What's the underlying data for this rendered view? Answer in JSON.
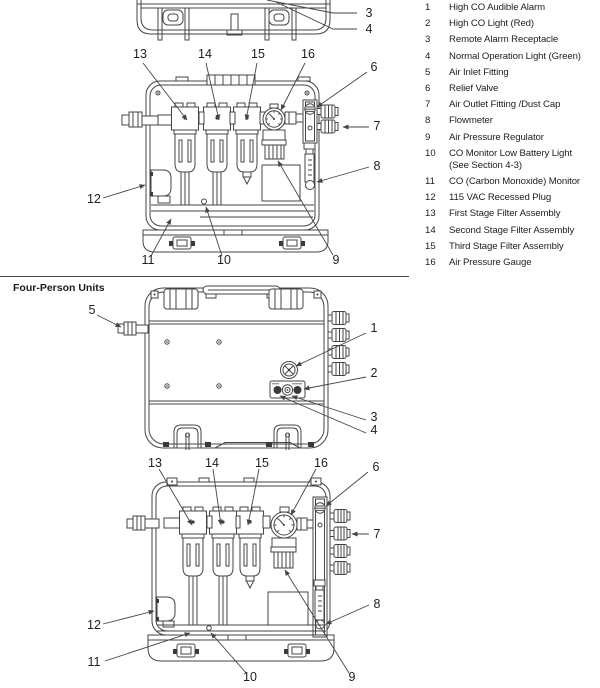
{
  "section_heading": "Four-Person Units",
  "colors": {
    "background": "#ffffff",
    "line": "#454545",
    "text": "#1d1d1d"
  },
  "parts_list": {
    "items": [
      {
        "num": "1",
        "label": "High CO Audible Alarm"
      },
      {
        "num": "2",
        "label": "High CO Light (Red)"
      },
      {
        "num": "3",
        "label": "Remote Alarm Receptacle"
      },
      {
        "num": "4",
        "label": "Normal Operation Light (Green)"
      },
      {
        "num": "5",
        "label": "Air Inlet Fitting"
      },
      {
        "num": "6",
        "label": "Relief Valve"
      },
      {
        "num": "7",
        "label": "Air Outlet Fitting /Dust Cap"
      },
      {
        "num": "8",
        "label": "Flowmeter"
      },
      {
        "num": "9",
        "label": "Air Pressure Regulator"
      },
      {
        "num": "10",
        "label": "CO Monitor Low Battery Light",
        "label2": "(See Section 4-3)"
      },
      {
        "num": "11",
        "label": "CO (Carbon Monoxide) Monitor"
      },
      {
        "num": "12",
        "label": "115 VAC Recessed Plug"
      },
      {
        "num": "13",
        "label": "First Stage Filter Assembly"
      },
      {
        "num": "14",
        "label": "Second Stage Filter Assembly"
      },
      {
        "num": "15",
        "label": "Third Stage Filter Assembly"
      },
      {
        "num": "16",
        "label": "Air Pressure Gauge"
      }
    ]
  },
  "figures": {
    "two_person_exterior_cropped": {
      "callouts": [
        "3",
        "4"
      ]
    },
    "two_person_interior": {
      "callouts": [
        "13",
        "14",
        "15",
        "16",
        "6",
        "7",
        "8",
        "12",
        "11",
        "10",
        "9"
      ]
    },
    "four_person_exterior": {
      "callouts": [
        "5",
        "1",
        "2",
        "3",
        "4"
      ]
    },
    "four_person_interior": {
      "callouts": [
        "13",
        "14",
        "15",
        "16",
        "6",
        "7",
        "8",
        "12",
        "11",
        "10",
        "9"
      ]
    }
  }
}
